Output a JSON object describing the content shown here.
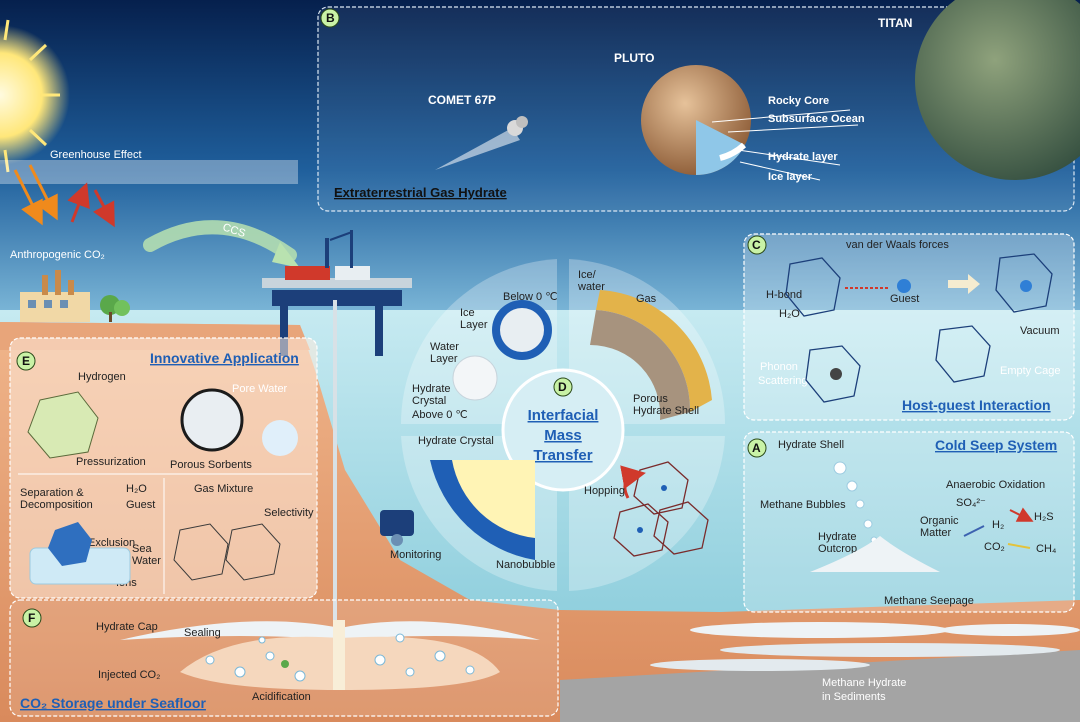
{
  "panels": {
    "b": {
      "badge": "B",
      "title": "Extraterrestrial Gas Hydrate",
      "comet": "COMET 67P",
      "pluto": "PLUTO",
      "titan": "TITAN",
      "rocky_core": "Rocky Core",
      "subsurface_ocean": "Subsurface Ocean",
      "hydrate_layer": "Hydrate layer",
      "ice_layer": "Ice layer"
    },
    "c": {
      "badge": "C",
      "title": "Host-guest Interaction",
      "vdw": "van der Waals forces",
      "hbond": "H-bond",
      "h2o": "H₂O",
      "guest": "Guest",
      "vacuum": "Vacuum",
      "empty_cage": "Empty Cage",
      "phonon_1": "Phonon",
      "phonon_2": "Scattering"
    },
    "a": {
      "badge": "A",
      "title": "Cold Seep System",
      "hydrate_shell": "Hydrate Shell",
      "methane_bubbles": "Methane Bubbles",
      "hydrate_outcrop_1": "Hydrate",
      "hydrate_outcrop_2": "Outcrop",
      "anaerobic": "Anaerobic Oxidation",
      "organic_1": "Organic",
      "organic_2": "Matter",
      "so4": "SO₄²⁻",
      "h2s": "H₂S",
      "h2": "H₂",
      "co2": "CO₂",
      "ch4": "CH₄",
      "seepage": "Methane Seepage"
    },
    "d": {
      "badge": "D",
      "title_1": "Interfacial",
      "title_2": "Mass",
      "title_3": "Transfer",
      "below0": "Below 0 ℃",
      "above0": "Above 0 ℃",
      "ice_layer_1": "Ice",
      "ice_layer_2": "Layer",
      "water_layer_1": "Water",
      "water_layer_2": "Layer",
      "hydrate_crystal_1": "Hydrate",
      "hydrate_crystal_2": "Crystal",
      "ice_water_1": "Ice/",
      "ice_water_2": "water",
      "gas": "Gas",
      "porous_1": "Porous",
      "porous_2": "Hydrate Shell",
      "hydrate_crystal": "Hydrate Crystal",
      "nanobubble": "Nanobubble",
      "hopping": "Hopping",
      "monitoring": "Monitoring"
    },
    "e": {
      "badge": "E",
      "title": "Innovative Application",
      "hydrogen": "Hydrogen",
      "pore_water": "Pore Water",
      "pressurization": "Pressurization",
      "porous_sorbents": "Porous Sorbents",
      "sep_1": "Separation &",
      "sep_2": "Decomposition",
      "h2o": "H₂O",
      "guest": "Guest",
      "gas_mixture": "Gas Mixture",
      "selectivity": "Selectivity",
      "exclusion": "Exclusion",
      "sea_1": "Sea",
      "sea_2": "Water",
      "ions": "Ions"
    },
    "f": {
      "badge": "F",
      "title": "CO₂ Storage under Seafloor",
      "hydrate_cap": "Hydrate Cap",
      "sealing": "Sealing",
      "injected": "Injected CO₂",
      "acidification": "Acidification"
    }
  },
  "scene": {
    "greenhouse": "Greenhouse Effect",
    "anthropogenic": "Anthropogenic CO₂",
    "ccs": "CCS",
    "methane_hydrate_1": "Methane Hydrate",
    "methane_hydrate_2": "in Sediments"
  },
  "colors": {
    "title_blue": "#1f5fb5",
    "badge_green": "#c9f2a6",
    "sediment": "#e8a57a",
    "sea": "#bfe6ee"
  }
}
